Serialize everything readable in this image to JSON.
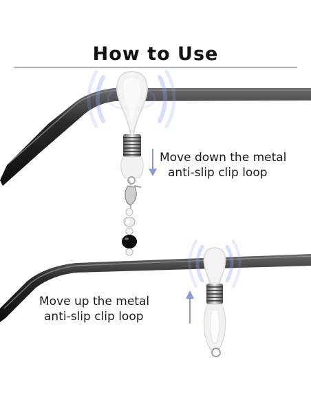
{
  "title": "How to Use",
  "step_down": {
    "line1": "Move down the metal",
    "line2": "anti-slip clip loop"
  },
  "step_up": {
    "line1": "Move up the metal",
    "line2": "anti-slip clip loop"
  },
  "colors": {
    "glow": "#8c9ef5",
    "arrow": "#8a9ad6",
    "frame": "#262626",
    "silicone": "#f1f1f1",
    "bead_black": "#0c0c0c"
  }
}
